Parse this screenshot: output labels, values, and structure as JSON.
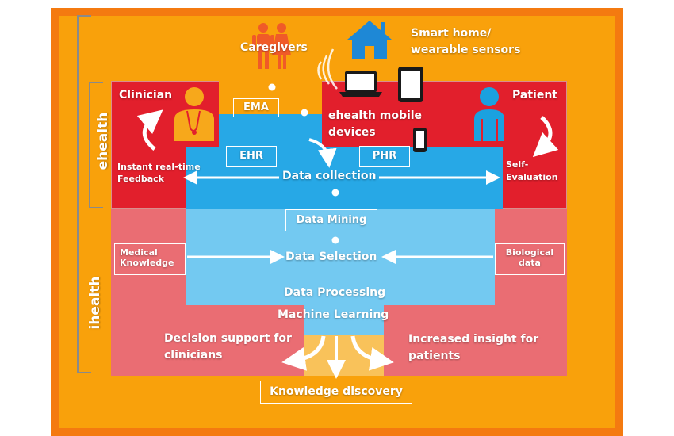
{
  "colors": {
    "outer_orange": "#F47A10",
    "inner_orange": "#F9A10B",
    "ehealth_red": "#E21F2C",
    "ihealth_pink": "#EA6D73",
    "blue_center": "#27A8E6",
    "light_blue": "#73C9F1",
    "knowledge_gold": "#F9C25A",
    "person_orange": "#F05A28",
    "clinician_yellow": "#F7A81B",
    "patient_blue": "#1BA1DF",
    "house_blue": "#1E88D6"
  },
  "labels": {
    "ehealth": "ehealth",
    "ihealth": "ihealth",
    "caregivers": "Caregivers",
    "smart_home_line1": "Smart home/",
    "smart_home_line2": "wearable sensors",
    "clinician": "Clinician",
    "patient": "Patient",
    "ema": "EMA",
    "mobile_line1": "ehealth mobile",
    "mobile_line2": "devices",
    "ehr": "EHR",
    "phr": "PHR",
    "feedback_line1": "Instant real-time",
    "feedback_line2": "Feedback",
    "self_eval_line1": "Self-",
    "self_eval_line2": "Evaluation",
    "data_collection": "Data collection",
    "data_mining": "Data Mining",
    "medical_line1": "Medical",
    "medical_line2": "Knowledge",
    "data_selection": "Data Selection",
    "biological_line1": "Biological",
    "biological_line2": "data",
    "data_processing": "Data Processing",
    "machine_learning": "Machine Learning",
    "decision_line1": "Decision support for",
    "decision_line2": "clinicians",
    "insight_line1": "Increased insight for",
    "insight_line2": "patients",
    "knowledge_discovery": "Knowledge discovery"
  },
  "icons": {
    "caregivers": "people-icon",
    "home": "house-icon",
    "clinician": "doctor-icon",
    "patient": "person-icon",
    "laptop": "laptop-icon",
    "tablet": "tablet-icon",
    "phone": "phone-icon",
    "wifi": "signal-waves-icon"
  }
}
